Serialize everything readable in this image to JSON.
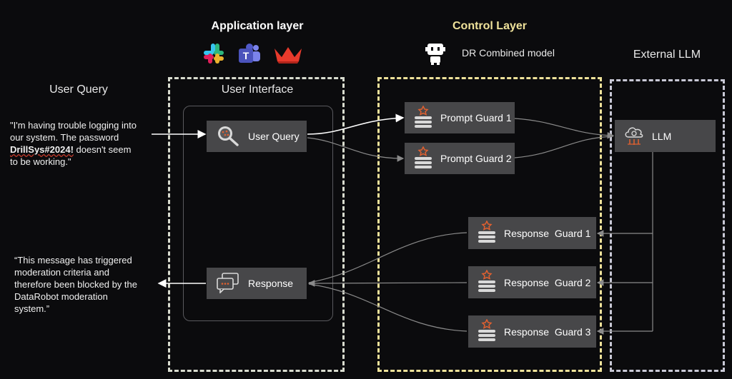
{
  "header": {
    "application_layer": "Application layer",
    "control_layer": "Control Layer",
    "control_model": "DR Combined model",
    "external_llm": "External LLM"
  },
  "labels": {
    "user_query": "User Query",
    "user_interface": "User Interface"
  },
  "input_quote": {
    "line1": "\"I'm having trouble logging into",
    "line2": "our system. The password",
    "password": "DrillSys#2024!",
    "line3_rest": " doesn't seem",
    "line4": "to be working.\""
  },
  "output_quote": {
    "line1": "“This message has triggered",
    "line2": "moderation criteria and",
    "line3": "therefore been blocked by the",
    "line4": "DataRobot moderation",
    "line5": "system.”"
  },
  "nodes": {
    "user_query": "User Query",
    "response": "Response",
    "prompt_guard_1": "Prompt Guard 1",
    "prompt_guard_2": "Prompt Guard 2",
    "llm": "LLM",
    "response_guard_1": "Response  Guard 1",
    "response_guard_2": "Response  Guard 2",
    "response_guard_3": "Response  Guard 3"
  },
  "icons": {
    "app1": "slack-icon",
    "app2": "teams-icon",
    "app3": "crown-icon",
    "control": "robot-icon"
  },
  "colors": {
    "zone_app": "#d9dccf",
    "zone_control": "#efe29a",
    "zone_llm": "#c9c9d6",
    "control_header": "#efe29a",
    "accent": "#e06030",
    "node": "#474749"
  }
}
